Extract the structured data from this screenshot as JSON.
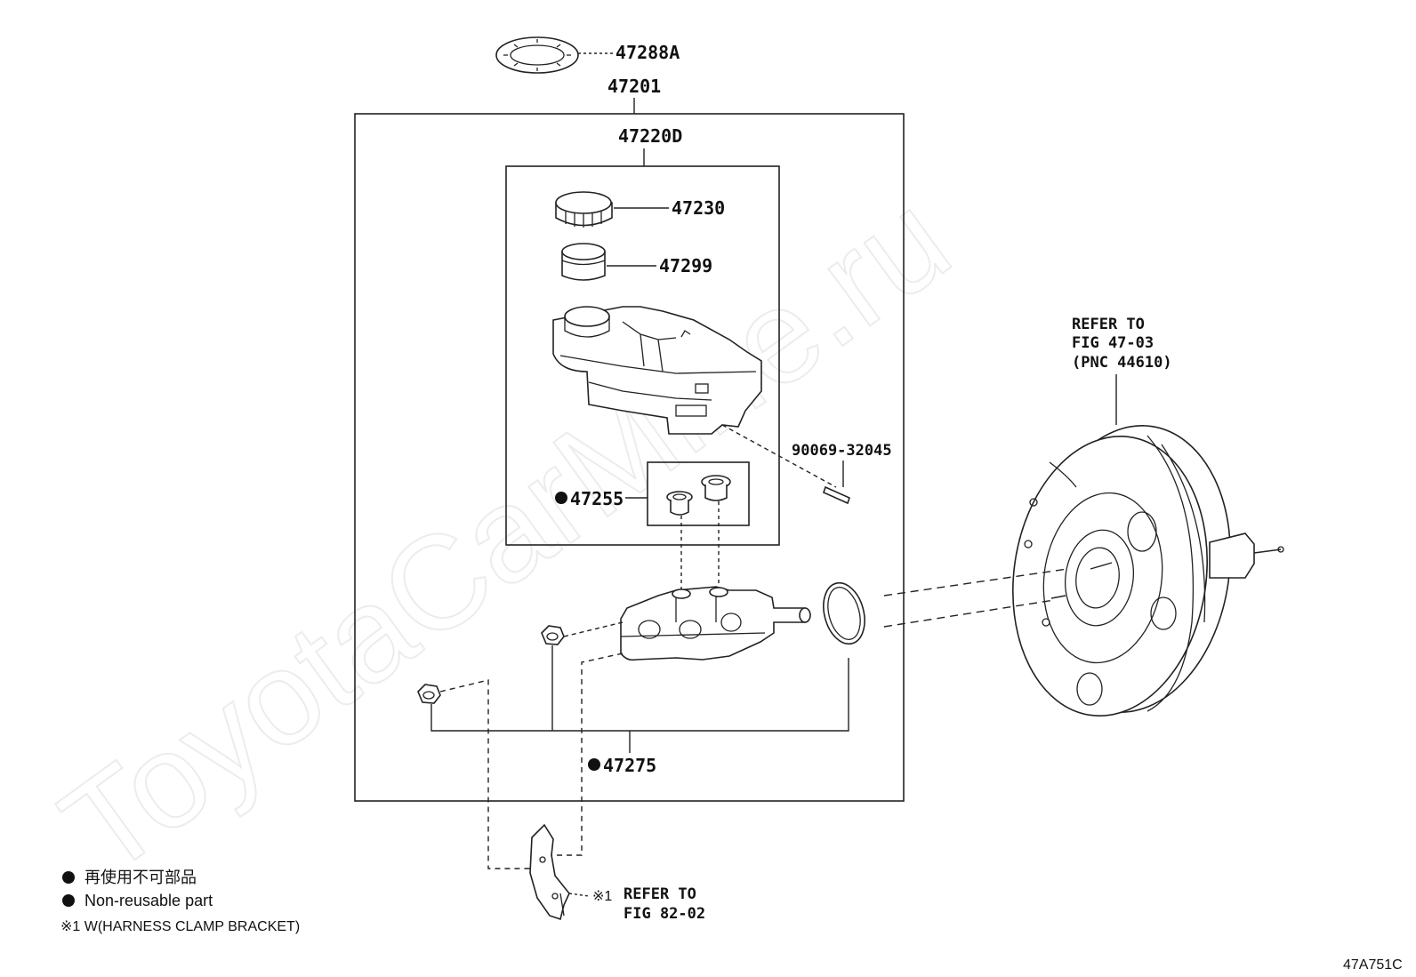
{
  "watermark": "ToyotaCarMine.ru",
  "labels": {
    "p47288A": "47288A",
    "p47201": "47201",
    "p47220D": "47220D",
    "p47230": "47230",
    "p47299": "47299",
    "p90069": "90069-32045",
    "p47255": "47255",
    "p47275": "47275"
  },
  "refer_booster": {
    "line1": "REFER TO",
    "line2": "FIG 47-03",
    "line3": "(PNC 44610)"
  },
  "refer_bracket": {
    "mark": "※1",
    "line1": "REFER TO",
    "line2": "FIG 82-02"
  },
  "legend": {
    "jp": "再使用不可部品",
    "en": "Non-reusable part",
    "note": "※1 W(HARNESS CLAMP BRACKET)"
  },
  "diagram_code": "47A751C",
  "icons": [
    "bullet-dot-icon"
  ]
}
